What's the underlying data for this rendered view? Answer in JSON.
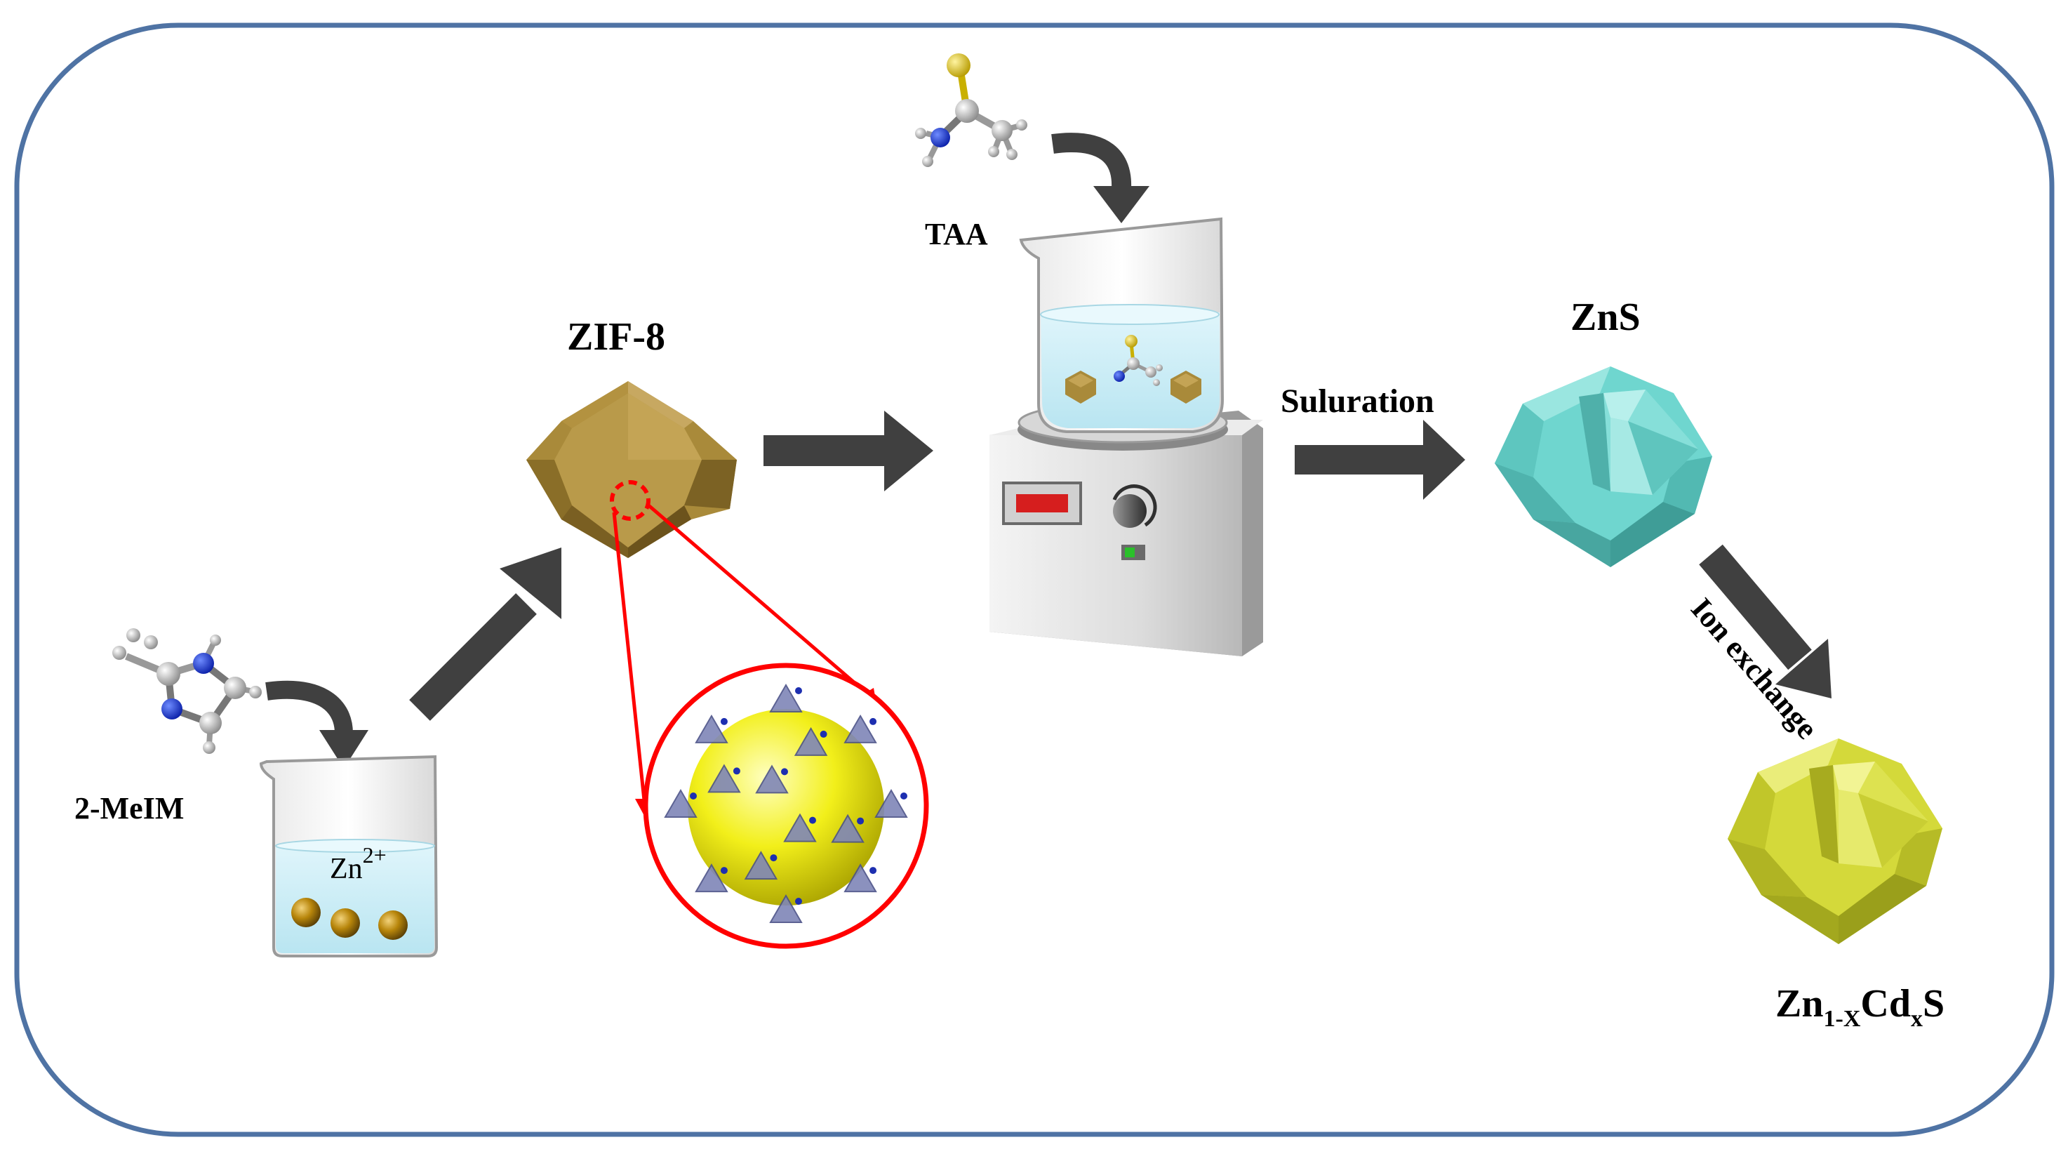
{
  "labels": {
    "zif8": "ZIF-8",
    "taa": "TAA",
    "zns": "ZnS",
    "meim": "2-MeIM",
    "zn_ion_base": "Zn",
    "zn_ion_charge": "2+",
    "suluration": "Suluration",
    "ion_exchange": "Ion exchange",
    "product_zn": "Zn",
    "product_zn_sub": "1-X",
    "product_cd": "Cd",
    "product_cd_sub": "x",
    "product_s": "S"
  },
  "colors": {
    "frame": "#4f73a4",
    "arrow": "#404040",
    "zif8": "#a98a3a",
    "zns": "#6fd6cf",
    "product": "#d4d93a",
    "magnify": "#ff0000",
    "liquid": "#cdeef6"
  }
}
